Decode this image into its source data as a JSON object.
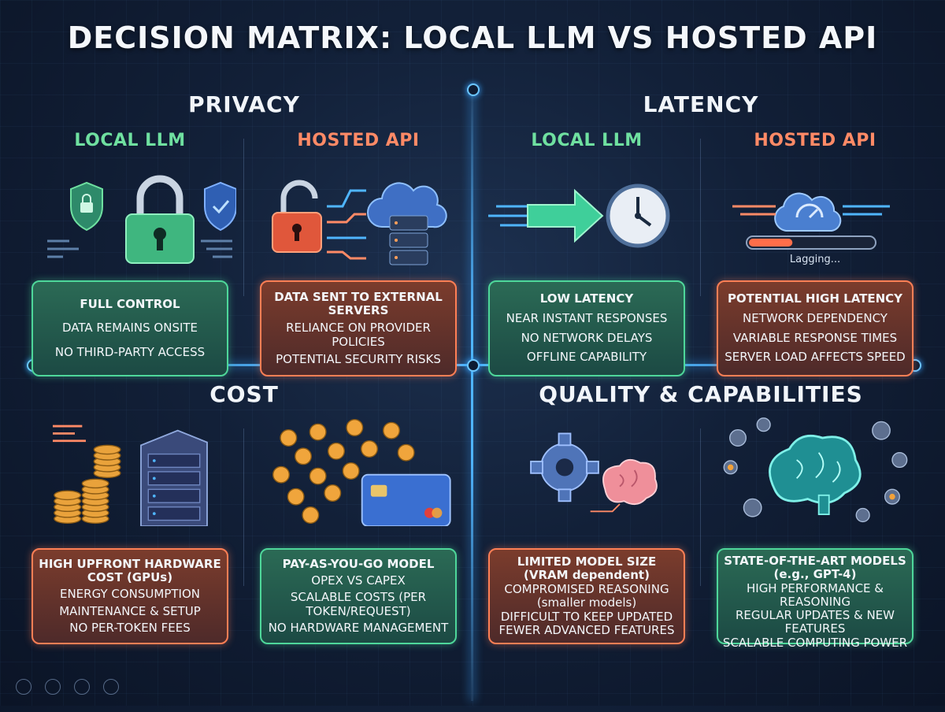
{
  "title": "DECISION MATRIX: LOCAL LLM VS HOSTED API",
  "quadrants": [
    {
      "title": "PRIVACY",
      "local": {
        "label": "LOCAL LLM",
        "items": [
          "FULL CONTROL",
          "DATA REMAINS ONSITE",
          "NO THIRD-PARTY ACCESS"
        ]
      },
      "hosted": {
        "label": "HOSTED API",
        "items": [
          "DATA SENT TO EXTERNAL SERVERS",
          "RELIANCE ON PROVIDER POLICIES",
          "POTENTIAL SECURITY RISKS"
        ]
      }
    },
    {
      "title": "LATENCY",
      "local": {
        "label": "LOCAL LLM",
        "items": [
          "LOW LATENCY",
          "NEAR INSTANT RESPONSES",
          "NO NETWORK DELAYS",
          "OFFLINE CAPABILITY"
        ]
      },
      "hosted": {
        "label": "HOSTED API",
        "illus_text": "Lagging...",
        "items": [
          "POTENTIAL HIGH LATENCY",
          "NETWORK DEPENDENCY",
          "VARIABLE RESPONSE TIMES",
          "SERVER LOAD AFFECTS SPEED"
        ]
      }
    },
    {
      "title": "COST",
      "local": {
        "items": [
          "HIGH UPFRONT HARDWARE COST (GPUs)",
          "ENERGY CONSUMPTION",
          "MAINTENANCE & SETUP",
          "NO PER-TOKEN FEES"
        ]
      },
      "hosted": {
        "items": [
          "PAY-AS-YOU-GO MODEL",
          "OPEX VS CAPEX",
          "SCALABLE COSTS (PER TOKEN/REQUEST)",
          "NO HARDWARE MANAGEMENT"
        ]
      }
    },
    {
      "title": "QUALITY & CAPABILITIES",
      "local": {
        "items": [
          "LIMITED MODEL SIZE (VRAM dependent)",
          "COMPROMISED REASONING (smaller models)",
          "DIFFICULT TO KEEP UPDATED",
          "FEWER ADVANCED FEATURES"
        ]
      },
      "hosted": {
        "items": [
          "STATE-OF-THE-ART MODELS (e.g., GPT-4)",
          "HIGH PERFORMANCE & REASONING",
          "REGULAR UPDATES & NEW FEATURES",
          "SCALABLE COMPUTING POWER"
        ]
      }
    }
  ],
  "colors": {
    "local_accent": "#4ed79a",
    "hosted_accent": "#ff7f55",
    "divider": "#4fb5ff"
  },
  "progress_fraction": 0.35
}
